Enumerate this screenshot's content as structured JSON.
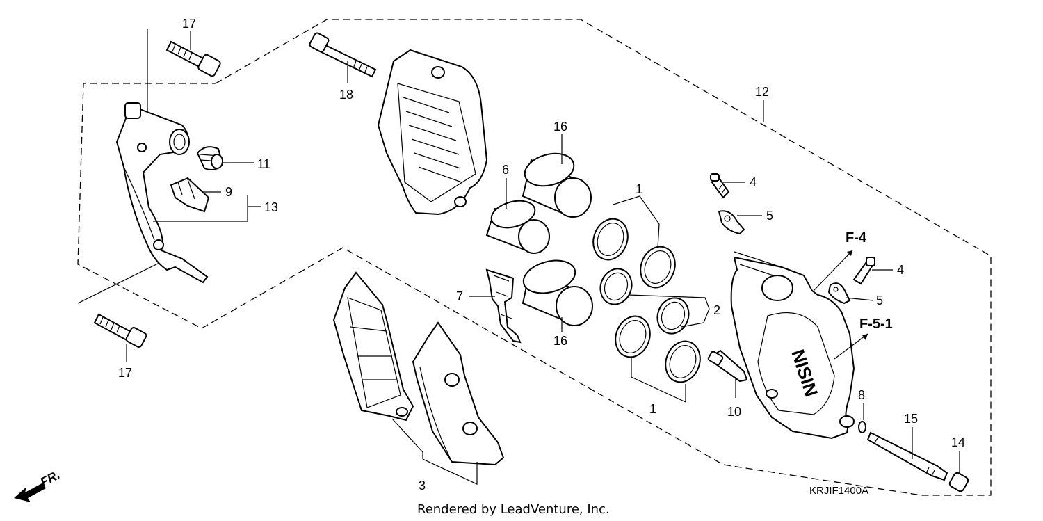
{
  "callouts": {
    "c17a": "17",
    "c17b": "17",
    "c18": "18",
    "c16a": "16",
    "c16b": "16",
    "c6": "6",
    "c11": "11",
    "c9": "9",
    "c13": "13",
    "c7": "7",
    "c3": "3",
    "c1a": "1",
    "c1b": "1",
    "c2": "2",
    "c4a": "4",
    "c4b": "4",
    "c5a": "5",
    "c5b": "5",
    "c10": "10",
    "c8": "8",
    "c15": "15",
    "c14": "14",
    "c12": "12"
  },
  "references": {
    "f4": "F-4",
    "f51": "F-5-1"
  },
  "diagram_code": "KRJIF1400A",
  "direction_label": "FR.",
  "credit": "Rendered by LeadVenture, Inc."
}
